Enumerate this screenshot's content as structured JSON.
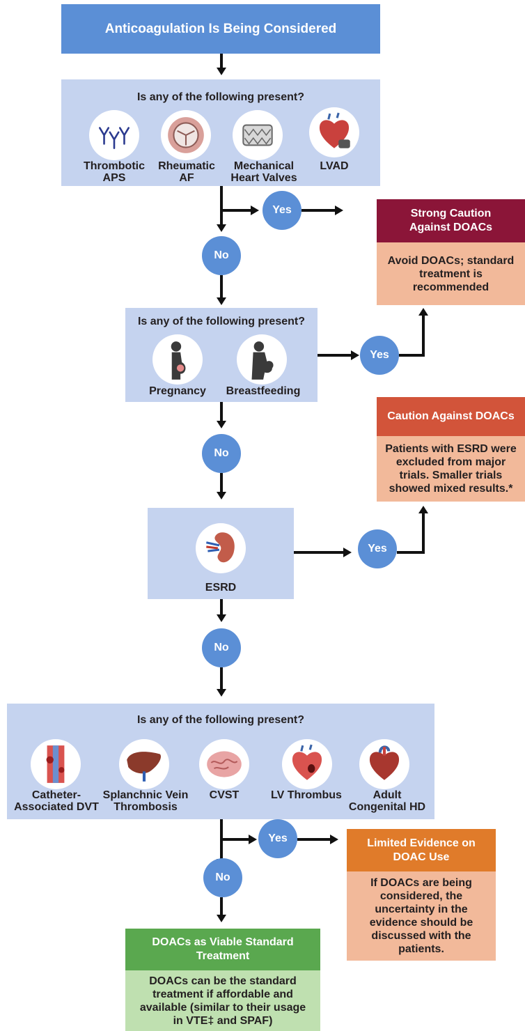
{
  "title": "Anticoagulation Is Being Considered",
  "question_label": "Is any of the following present?",
  "yes_label": "Yes",
  "no_label": "No",
  "group1": {
    "items": [
      {
        "label": "Thrombotic\nAPS",
        "icon": "antibody-icon"
      },
      {
        "label": "Rheumatic\nAF",
        "icon": "rheumatic-valve-icon"
      },
      {
        "label": "Mechanical\nHeart Valves",
        "icon": "mechanical-valve-icon"
      },
      {
        "label": "LVAD",
        "icon": "lvad-heart-icon"
      }
    ]
  },
  "group2": {
    "items": [
      {
        "label": "Pregnancy",
        "icon": "pregnant-woman-icon"
      },
      {
        "label": "Breastfeeding",
        "icon": "breastfeeding-icon"
      }
    ]
  },
  "group3": {
    "items": [
      {
        "label": "ESRD",
        "icon": "kidney-icon"
      }
    ]
  },
  "group4": {
    "items": [
      {
        "label": "Catheter-\nAssociated DVT",
        "icon": "vein-thrombus-icon"
      },
      {
        "label": "Splanchnic Vein\nThrombosis",
        "icon": "liver-icon"
      },
      {
        "label": "CVST",
        "icon": "brain-icon"
      },
      {
        "label": "LV Thrombus",
        "icon": "heart-thrombus-icon"
      },
      {
        "label": "Adult\nCongenital HD",
        "icon": "congenital-heart-icon"
      }
    ]
  },
  "outcomes": {
    "strong_caution": {
      "title": "Strong Caution\nAgainst DOACs",
      "body": "Avoid DOACs; standard\ntreatment is\nrecommended",
      "head_color": "#8b1538",
      "body_color": "#f2b99a"
    },
    "caution": {
      "title": "Caution Against DOACs",
      "body": "Patients with ESRD were\nexcluded from major\ntrials. Smaller trials\nshowed mixed results.*",
      "head_color": "#d2543a",
      "body_color": "#f2b99a"
    },
    "limited": {
      "title": "Limited Evidence on\nDOAC Use",
      "body": "If DOACs are being\nconsidered, the\nuncertainty in the\nevidence should be\ndiscussed with the\npatients.",
      "head_color": "#e07b2a",
      "body_color": "#f2b99a"
    },
    "viable": {
      "title": "DOACs as Viable Standard\nTreatment",
      "body": "DOACs can be the standard\ntreatment if affordable and\navailable (similar to their usage\nin VTE‡ and SPAF)",
      "head_color": "#5aa84f",
      "body_color": "#bfe0b0"
    }
  },
  "colors": {
    "accent_blue": "#5b8fd6",
    "panel_blue": "#c5d3ef"
  }
}
